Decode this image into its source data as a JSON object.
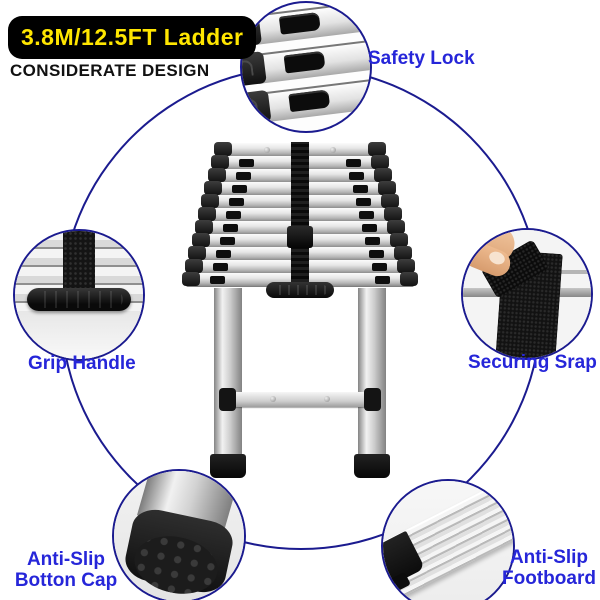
{
  "badge": {
    "title": "3.8M/12.5FT Ladder"
  },
  "subtitle": "CONSIDERATE DESIGN",
  "colors": {
    "page_bg": "#ffffff",
    "circle_outline": "#1b1b8f",
    "label_blue": "#2626d9",
    "badge_bg": "#000000",
    "badge_text": "#ffe600"
  },
  "callouts": [
    {
      "id": "safety-lock",
      "label": "Safety Lock"
    },
    {
      "id": "grip-handle",
      "label": "Grip Handle"
    },
    {
      "id": "securing-strap",
      "label": "Securing Srap"
    },
    {
      "id": "bottom-cap",
      "label_line1": "Anti-Slip",
      "label_line2": "Botton Cap"
    },
    {
      "id": "footboard",
      "label_line1": "Anti-Slip",
      "label_line2": "Footboard"
    }
  ],
  "ladder": {
    "rung_count": 11
  }
}
